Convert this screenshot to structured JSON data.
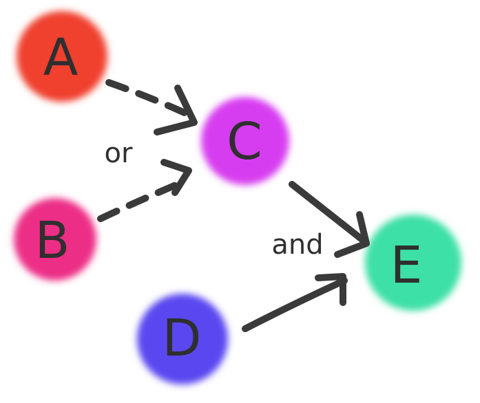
{
  "nodes": {
    "A": {
      "label": "A",
      "color": "#f0402f"
    },
    "B": {
      "label": "B",
      "color": "#ec2f86"
    },
    "C": {
      "label": "C",
      "color": "#d73cf0"
    },
    "D": {
      "label": "D",
      "color": "#5a46f0"
    },
    "E": {
      "label": "E",
      "color": "#3ee0a6"
    }
  },
  "edges": {
    "a_to_c": {
      "from": "A",
      "to": "C",
      "style": "dashed"
    },
    "b_to_c": {
      "from": "B",
      "to": "C",
      "style": "dashed"
    },
    "c_to_e": {
      "from": "C",
      "to": "E",
      "style": "solid"
    },
    "d_to_e": {
      "from": "D",
      "to": "E",
      "style": "solid"
    }
  },
  "labels": {
    "or": "or",
    "and": "and"
  },
  "line_color": "#3a3a3a"
}
